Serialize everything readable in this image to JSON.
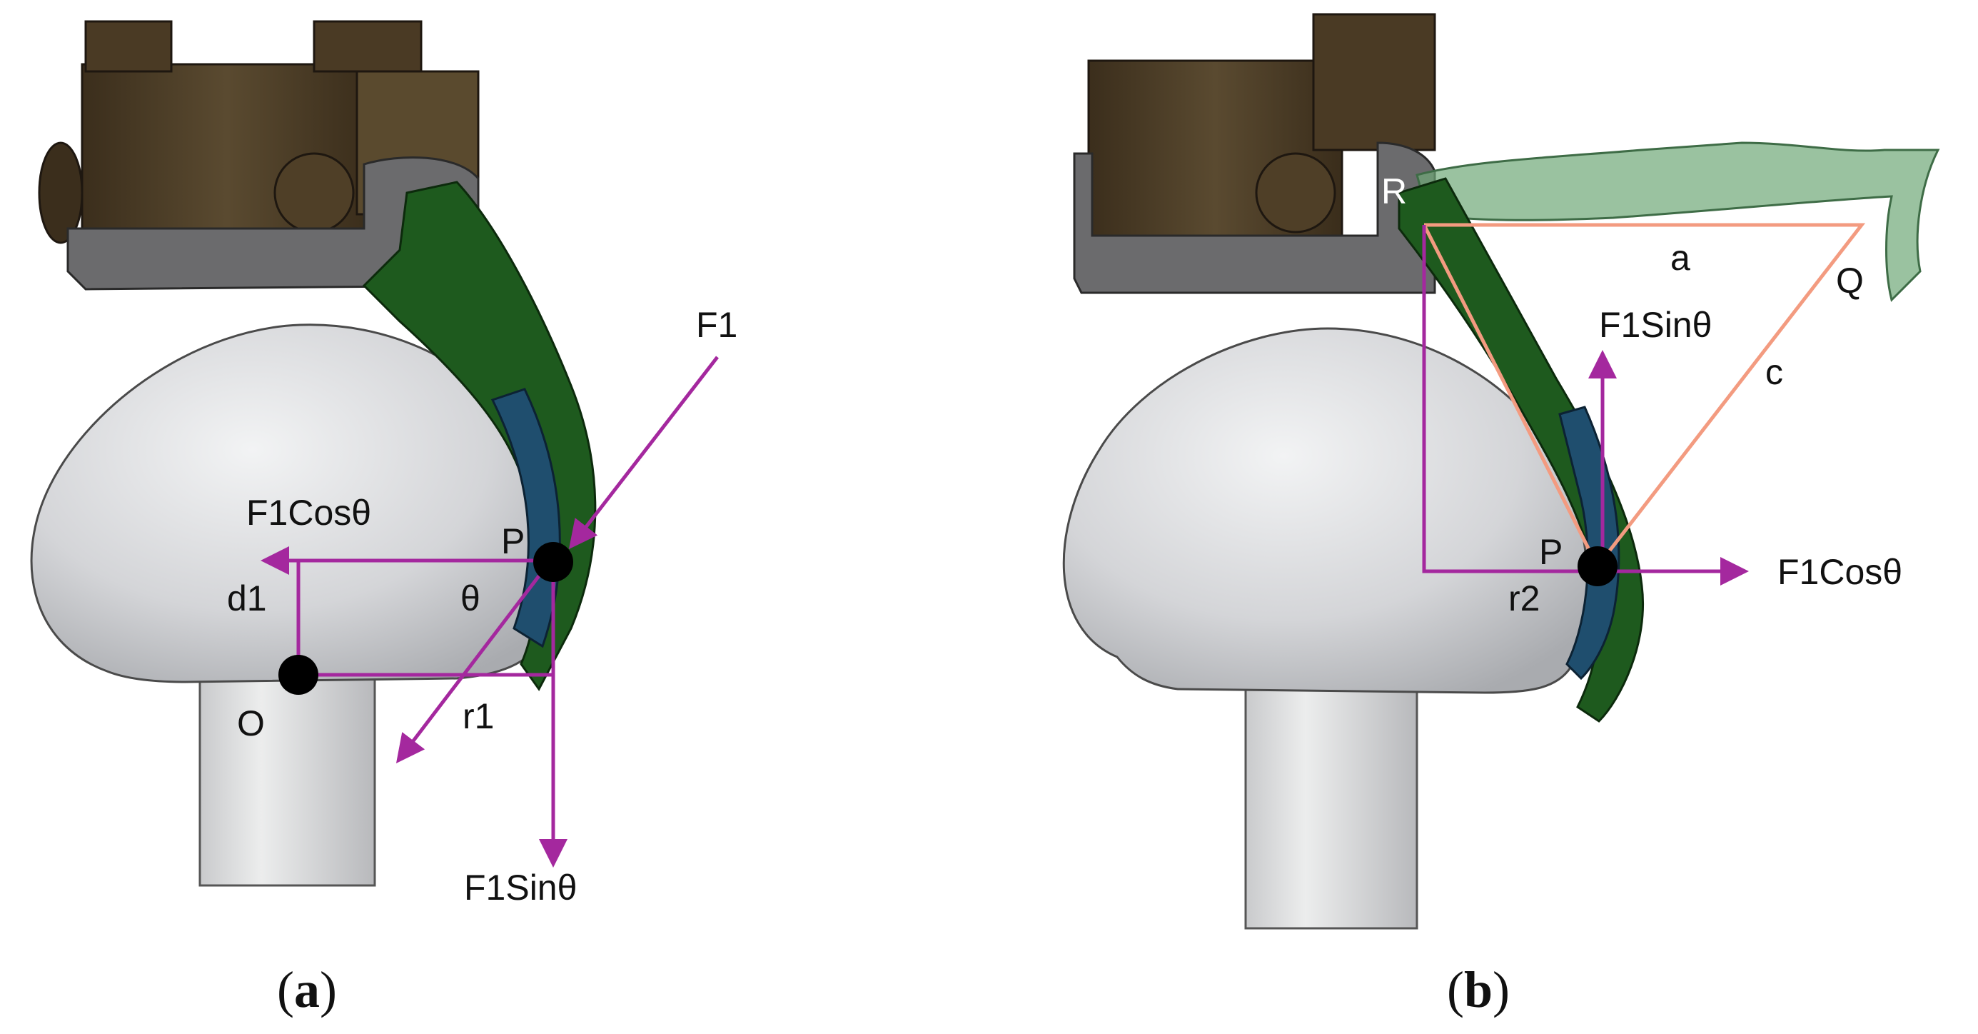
{
  "panels": {
    "a": {
      "caption_open": "(",
      "caption_letter": "a",
      "caption_close": ")",
      "labels": {
        "F1": "F1",
        "F1Cos": "F1Cosθ",
        "F1Sin": "F1Sinθ",
        "P": "P",
        "O": "O",
        "d1": "d1",
        "theta": "θ",
        "r1": "r1"
      }
    },
    "b": {
      "caption_open": "(",
      "caption_letter": "b",
      "caption_close": ")",
      "labels": {
        "R": "R",
        "a": "a",
        "Q": "Q",
        "c": "c",
        "F1Sin": "F1Sinθ",
        "F1Cos": "F1Cosθ",
        "P": "P",
        "r2": "r2"
      }
    }
  },
  "colors": {
    "vector": "#a4289e",
    "triangle": "#f39b80",
    "finger": "#1e5a1e",
    "finger_light": "#6fa878",
    "pad": "#1f4e6e",
    "head": "#d7d8da",
    "servo": "#4a3a24",
    "frame": "#6b6b6d"
  }
}
